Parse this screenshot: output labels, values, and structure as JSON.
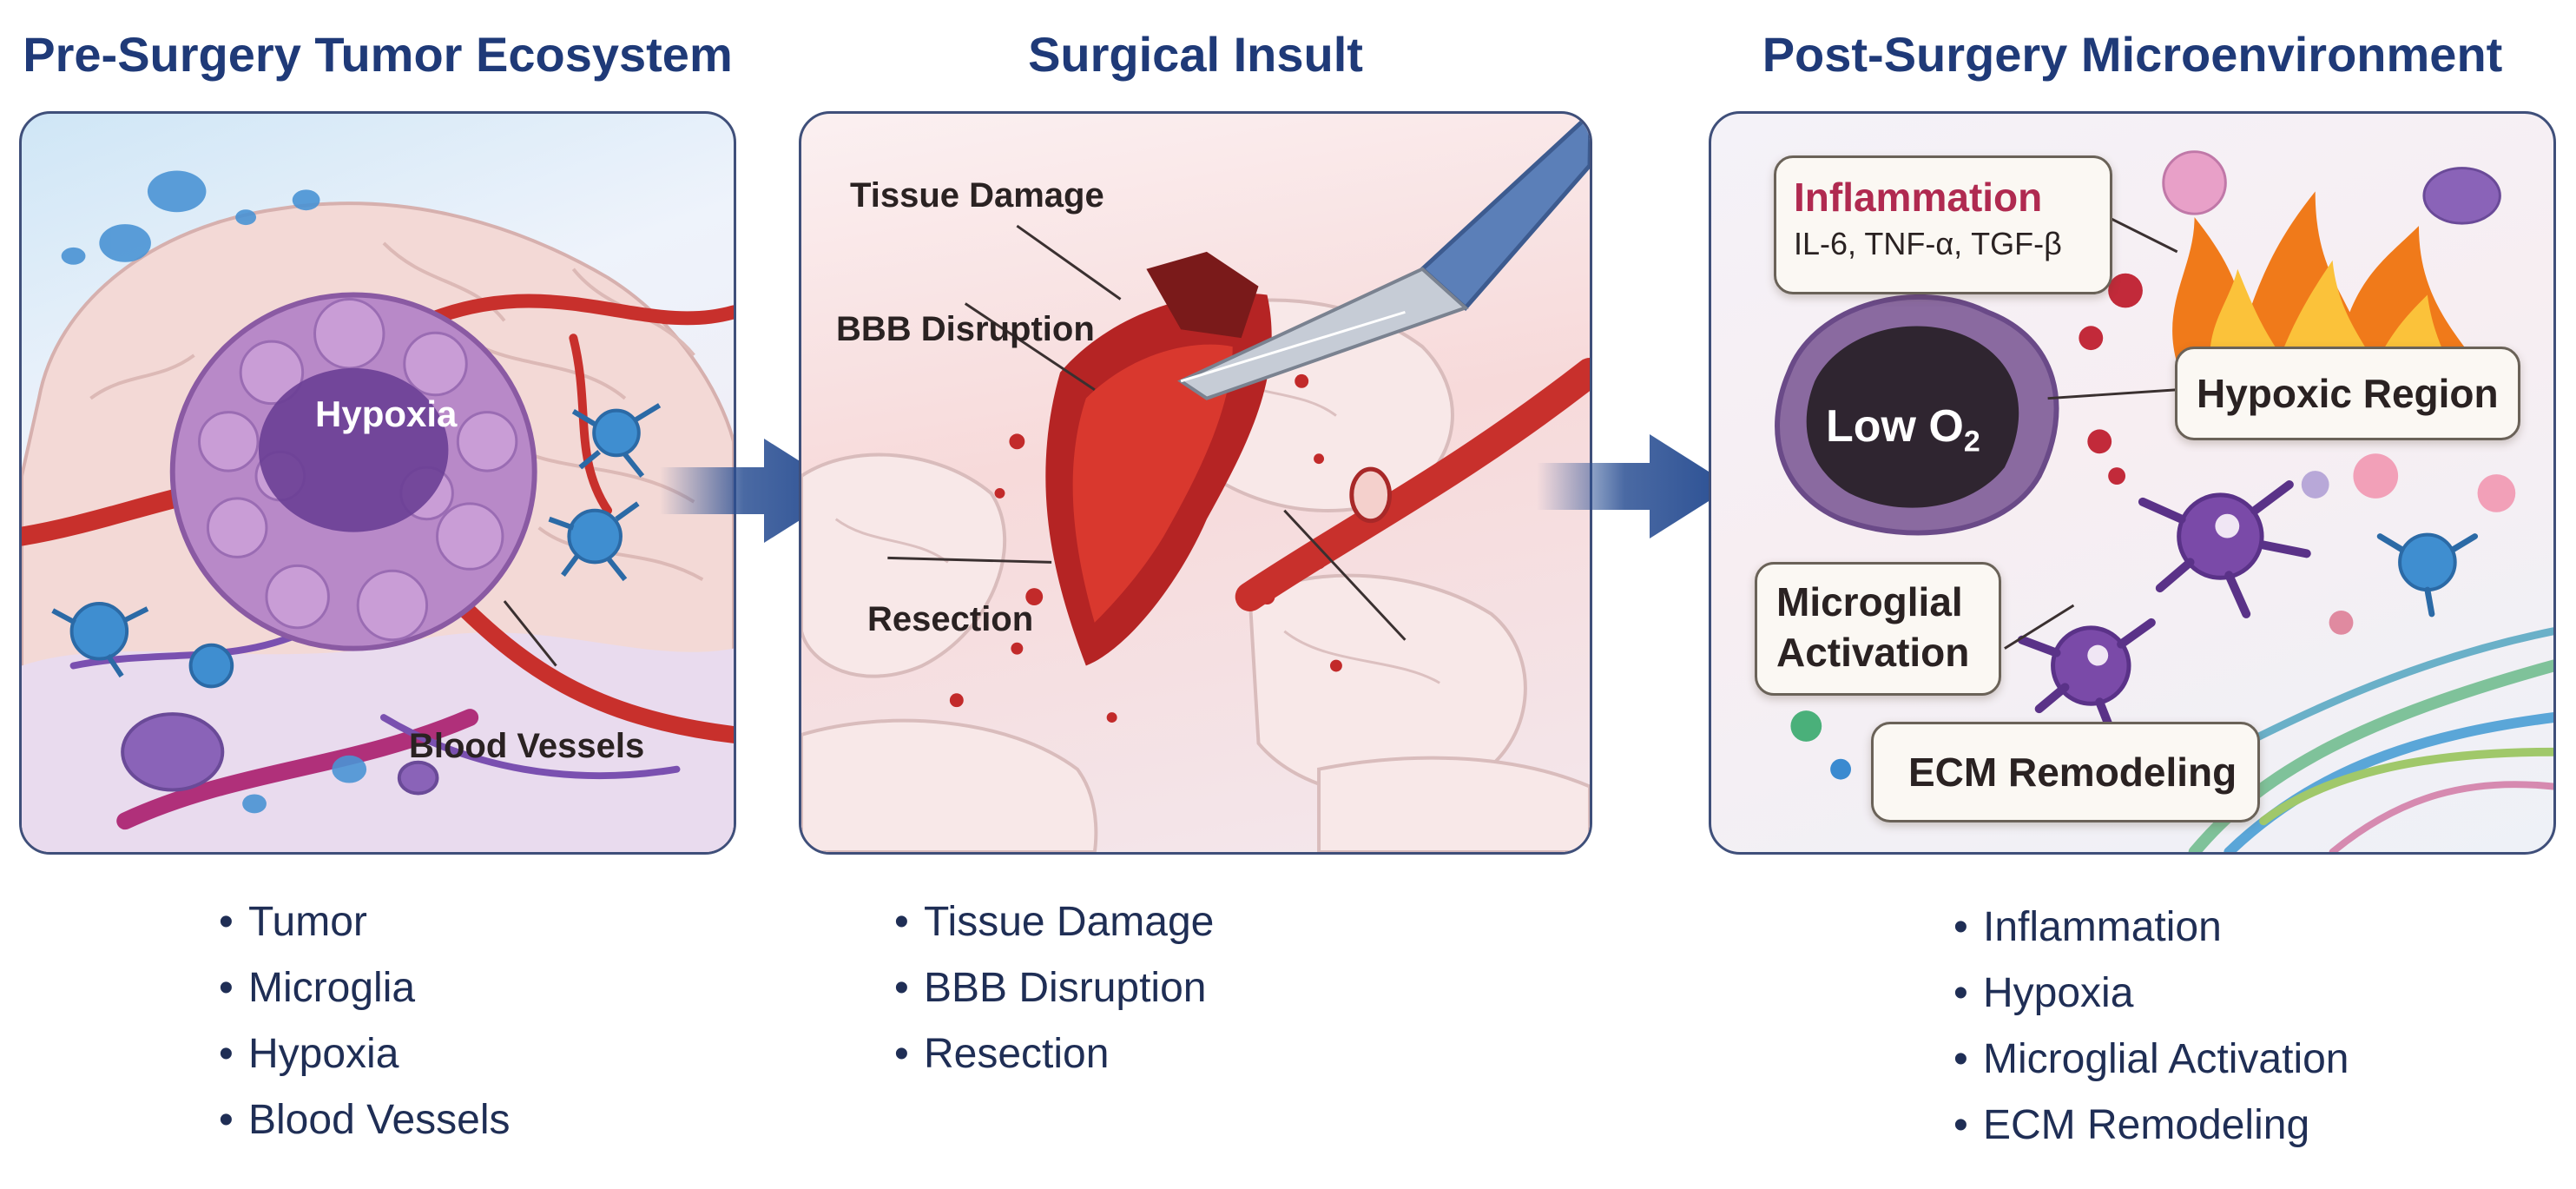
{
  "stages": [
    {
      "title": "Pre-Surgery Tumor Ecosystem",
      "labels": {
        "hypoxia": "Hypoxia",
        "blood_vessels": "Blood Vessels"
      },
      "bullets": [
        "Tumor",
        "Microglia",
        "Hypoxia",
        "Blood Vessels"
      ]
    },
    {
      "title": "Surgical Insult",
      "labels": {
        "tissue_damage": "Tissue Damage",
        "bbb_disruption": "BBB Disruption",
        "resection": "Resection"
      },
      "bullets": [
        "Tissue Damage",
        "BBB Disruption",
        "Resection"
      ]
    },
    {
      "title": "Post-Surgery Microenvironment",
      "labels": {
        "inflammation": "Inflammation",
        "cytokines": "IL-6, TNF-α, TGF-β",
        "low_o2": "Low O",
        "low_o2_sub": "2",
        "hypoxic_region": "Hypoxic Region",
        "microglial_activation_line1": "Microglial",
        "microglial_activation_line2": "Activation",
        "ecm_remodeling": "ECM Remodeling"
      },
      "bullets": [
        "Inflammation",
        "Hypoxia",
        "Microglial Activation",
        "ECM Remodeling"
      ]
    }
  ],
  "icons": [
    "right-arrow-icon",
    "scalpel-icon",
    "flame-icon",
    "tumor-mass-icon",
    "microglia-cell-icon"
  ],
  "colors": {
    "title": "#1f3a78",
    "arrow": "#2a4f93",
    "inflammation_text": "#b02a50",
    "vessel": "#c8302c",
    "tumor": "#9a6cb3"
  }
}
